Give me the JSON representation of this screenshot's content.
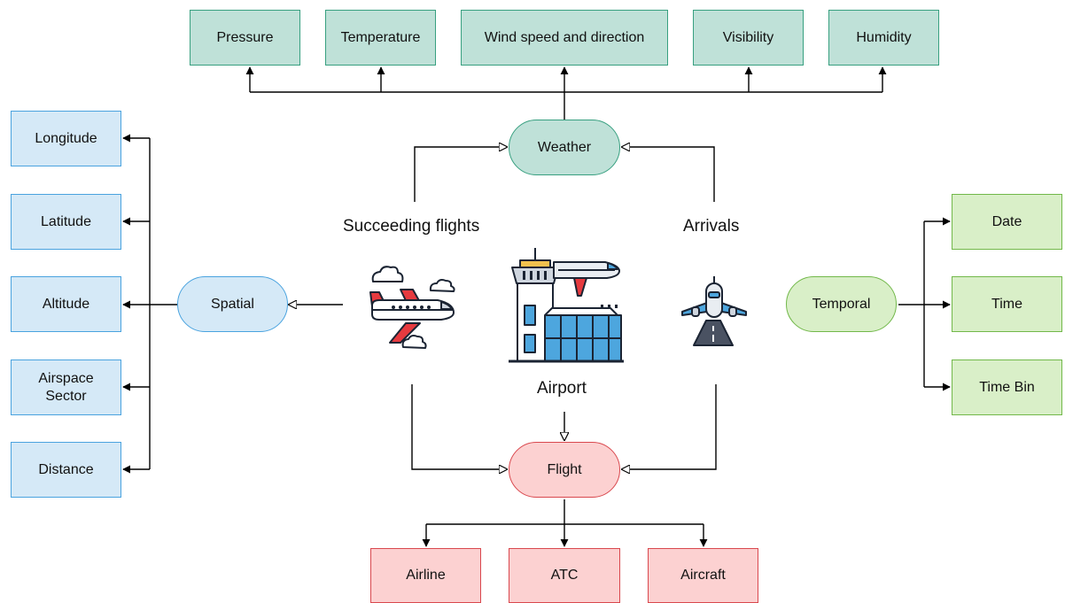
{
  "weather": {
    "node": "Weather",
    "attributes": [
      "Pressure",
      "Temperature",
      "Wind speed and direction",
      "Visibility",
      "Humidity"
    ]
  },
  "spatial": {
    "node": "Spatial",
    "attributes": [
      "Longitude",
      "Latitude",
      "Altitude",
      "Airspace\nSector",
      "Distance"
    ]
  },
  "temporal": {
    "node": "Temporal",
    "attributes": [
      "Date",
      "Time",
      "Time Bin"
    ]
  },
  "flight": {
    "node": "Flight",
    "attributes": [
      "Airline",
      "ATC",
      "Aircraft"
    ]
  },
  "labels": {
    "succeeding_flights": "Succeeding flights",
    "arrivals": "Arrivals",
    "airport": "Airport"
  },
  "colors": {
    "weather_fill": "#bfe1d8",
    "weather_stroke": "#38a080",
    "spatial_fill": "#d5e9f7",
    "spatial_stroke": "#4aa3df",
    "temporal_fill": "#d9efc8",
    "temporal_stroke": "#72b84a",
    "flight_fill": "#fcd1d1",
    "flight_stroke": "#d9484e"
  },
  "icons": [
    "airplane-clouds-icon",
    "airport-tower-icon",
    "plane-landing-runway-icon"
  ]
}
